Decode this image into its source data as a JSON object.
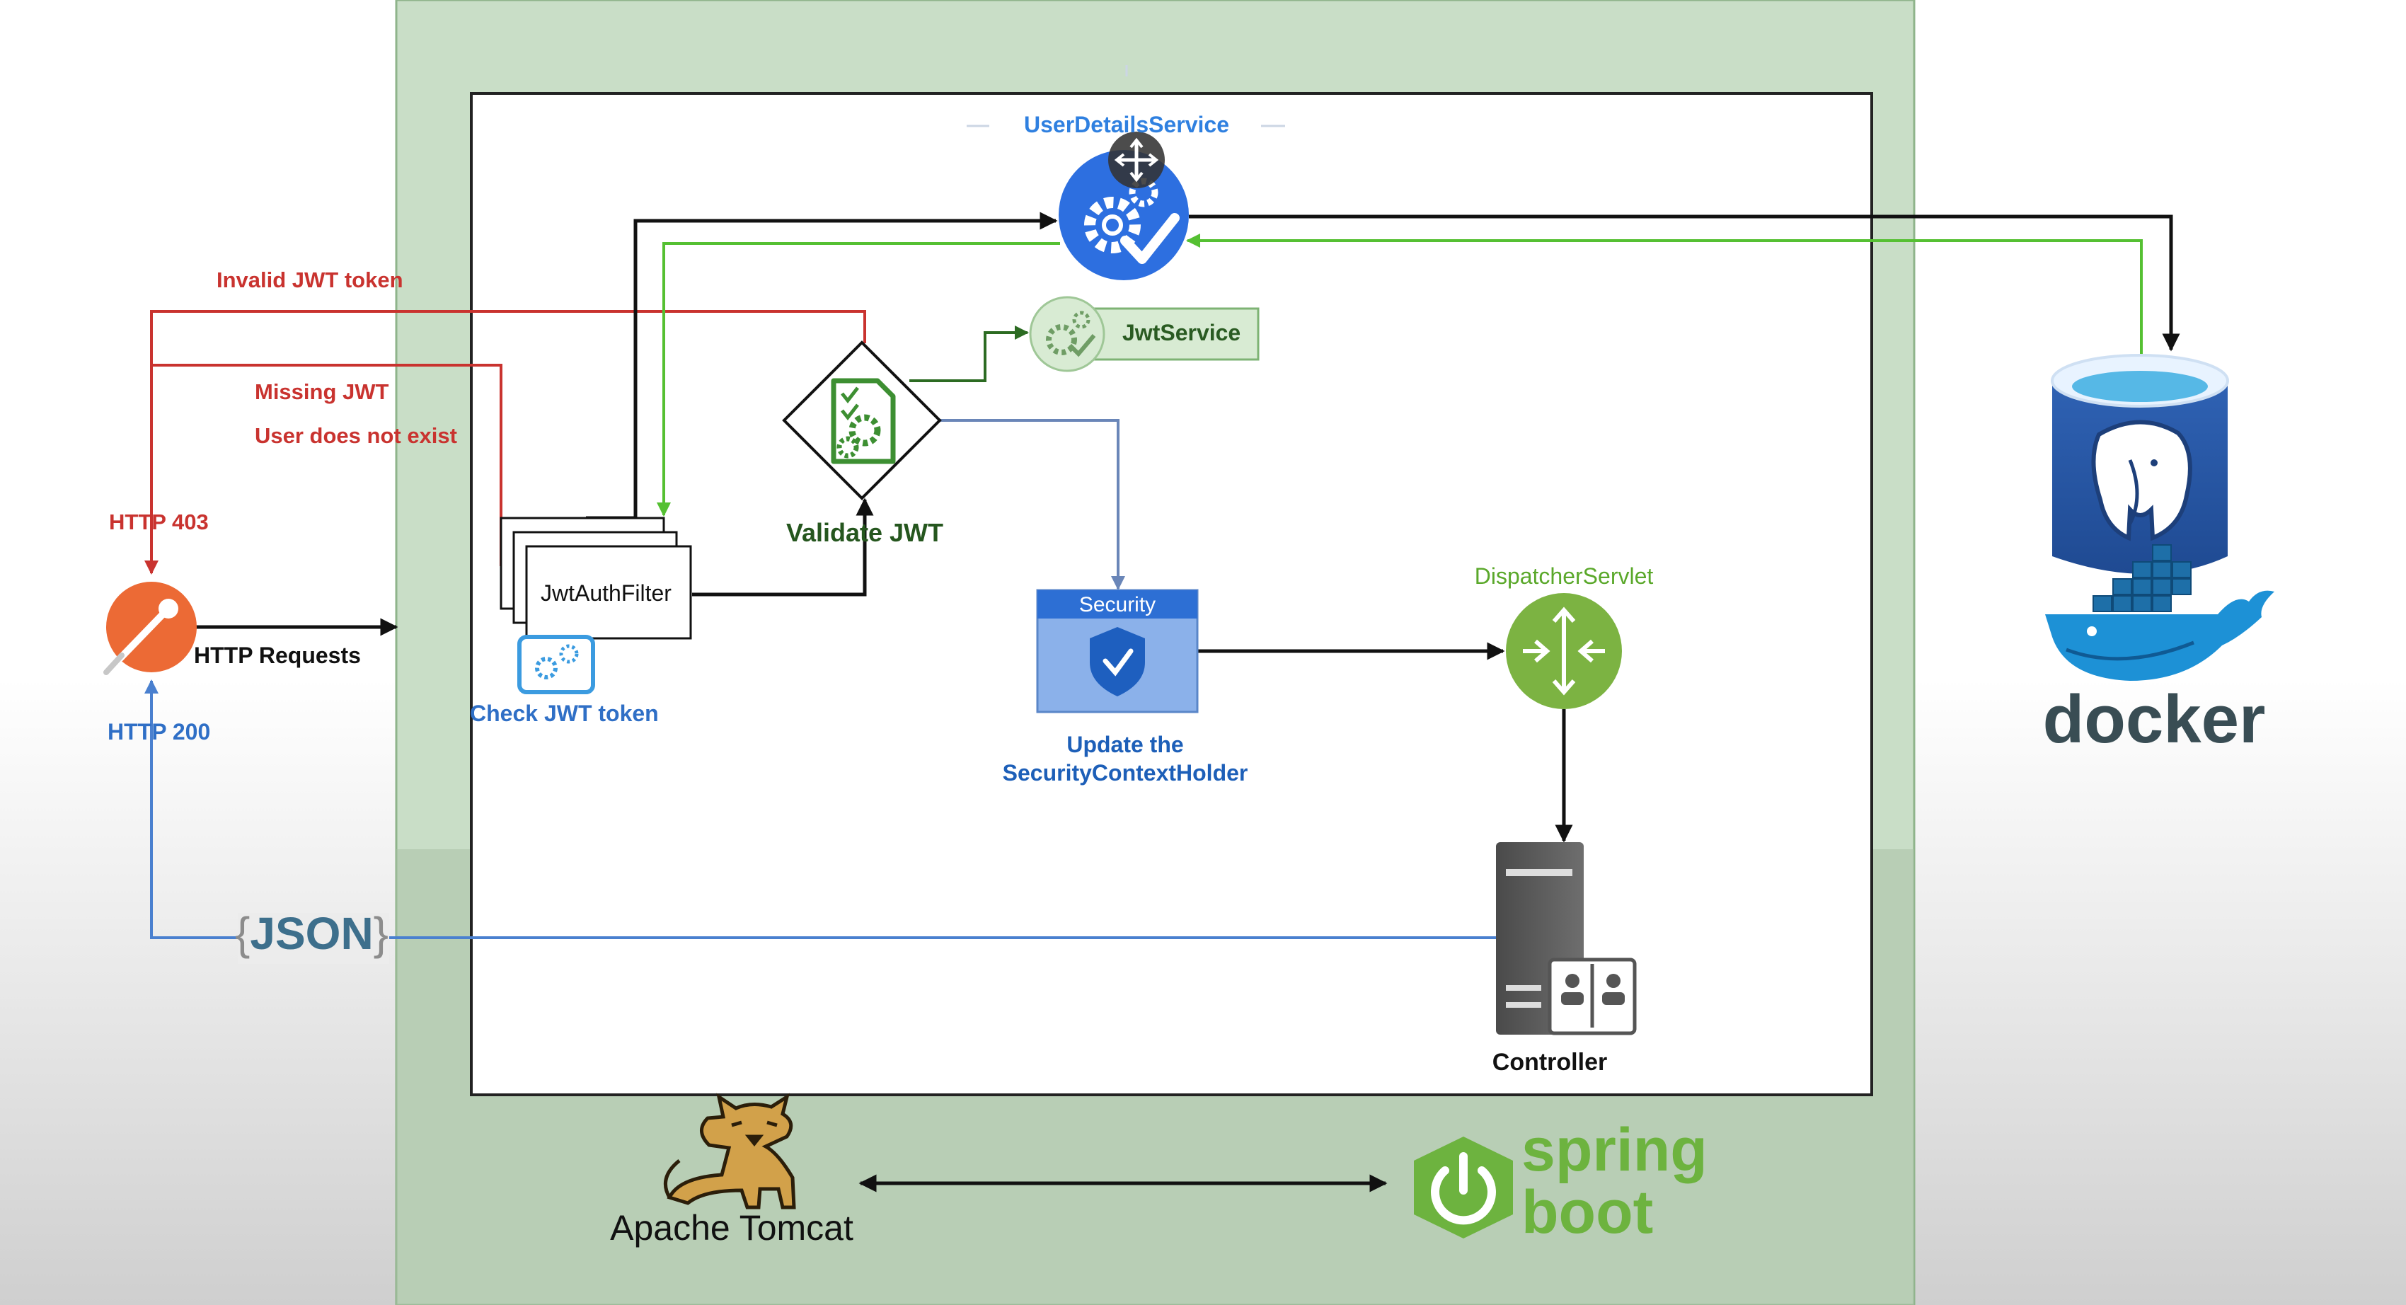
{
  "labels": {
    "user_details_service": "UserDetailsService",
    "jwt_service": "JwtService",
    "invalid_jwt_token": "Invalid JWT token",
    "missing_jwt": "Missing JWT",
    "user_not_exist": "User does not exist",
    "http_403": "HTTP 403",
    "http_requests": "HTTP Requests",
    "http_200": "HTTP 200",
    "jwt_auth_filter": "JwtAuthFilter",
    "check_jwt_token": "Check JWT token",
    "validate_jwt": "Validate JWT",
    "security": "Security",
    "update_line1": "Update the",
    "update_line2": "SecurityContextHolder",
    "dispatcher_servlet": "DispatcherServlet",
    "controller": "Controller",
    "json": "JSON",
    "docker": "docker",
    "apache_tomcat": "Apache Tomcat",
    "spring": "spring",
    "boot": "boot"
  },
  "colors": {
    "container_green": "#c9dec7",
    "error_red": "#c9332f",
    "success_blue": "#2f6fc6",
    "flow_green": "#55c032",
    "dispatcher_green": "#7cb342",
    "postgres_blue": "#2a5aa8",
    "spring_green": "#6db33f"
  },
  "icons": [
    "postman-icon",
    "gear-check-icon",
    "document-gears-icon",
    "shield-icon",
    "dispatcher-icon",
    "server-icon",
    "postgres-elephant-icon",
    "docker-whale-icon",
    "tomcat-cat-icon",
    "spring-power-icon",
    "move-handle-icon"
  ]
}
